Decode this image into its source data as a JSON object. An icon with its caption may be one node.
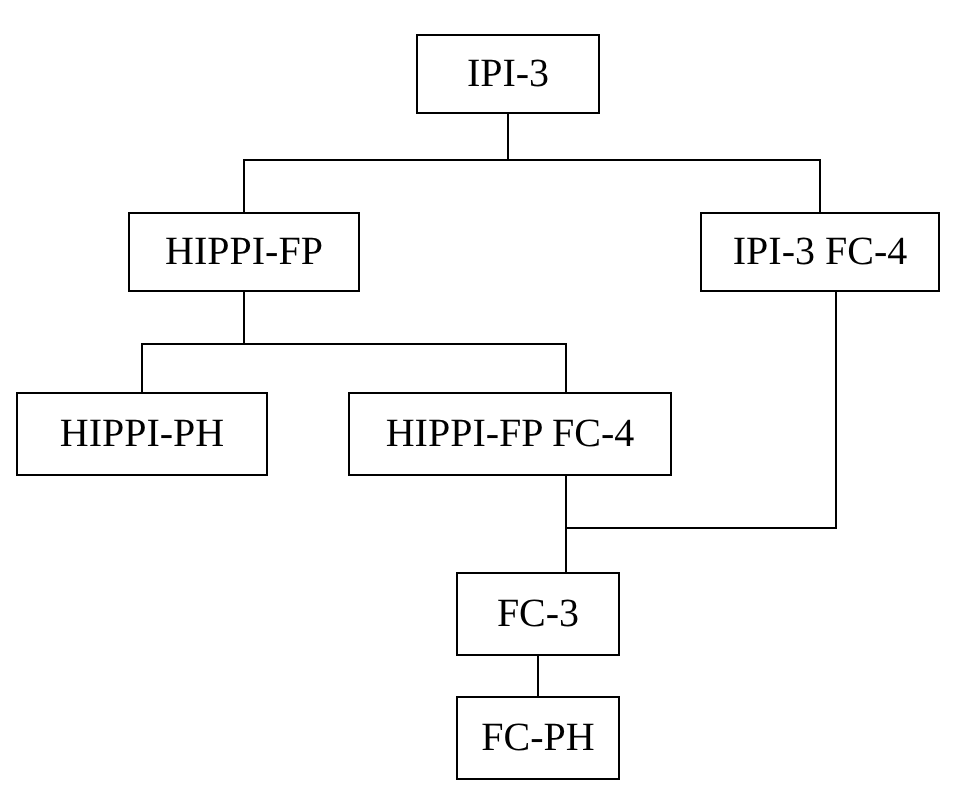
{
  "diagram": {
    "nodes": [
      {
        "text": [
          "IPI-3"
        ]
      },
      {
        "text": [
          "HIPPI-FP"
        ]
      },
      {
        "text": [
          "IPI-3 FC-4"
        ]
      },
      {
        "text": [
          "HIPPI-PH"
        ]
      },
      {
        "text": [
          "HIPPI-FP FC-4"
        ]
      },
      {
        "text": [
          "FC-3"
        ]
      },
      {
        "text": [
          "FC-PH"
        ]
      }
    ],
    "edges": [
      {
        "from": 0,
        "to": 1,
        "arrow": "none"
      },
      {
        "from": 0,
        "to": 2,
        "arrow": "none"
      },
      {
        "from": 1,
        "to": 3,
        "arrow": "none"
      },
      {
        "from": 1,
        "to": 4,
        "arrow": "none"
      },
      {
        "from": 4,
        "to": 5,
        "arrow": "none"
      },
      {
        "from": 2,
        "to": 5,
        "arrow": "none"
      },
      {
        "from": 5,
        "to": 6,
        "arrow": "none"
      }
    ]
  }
}
